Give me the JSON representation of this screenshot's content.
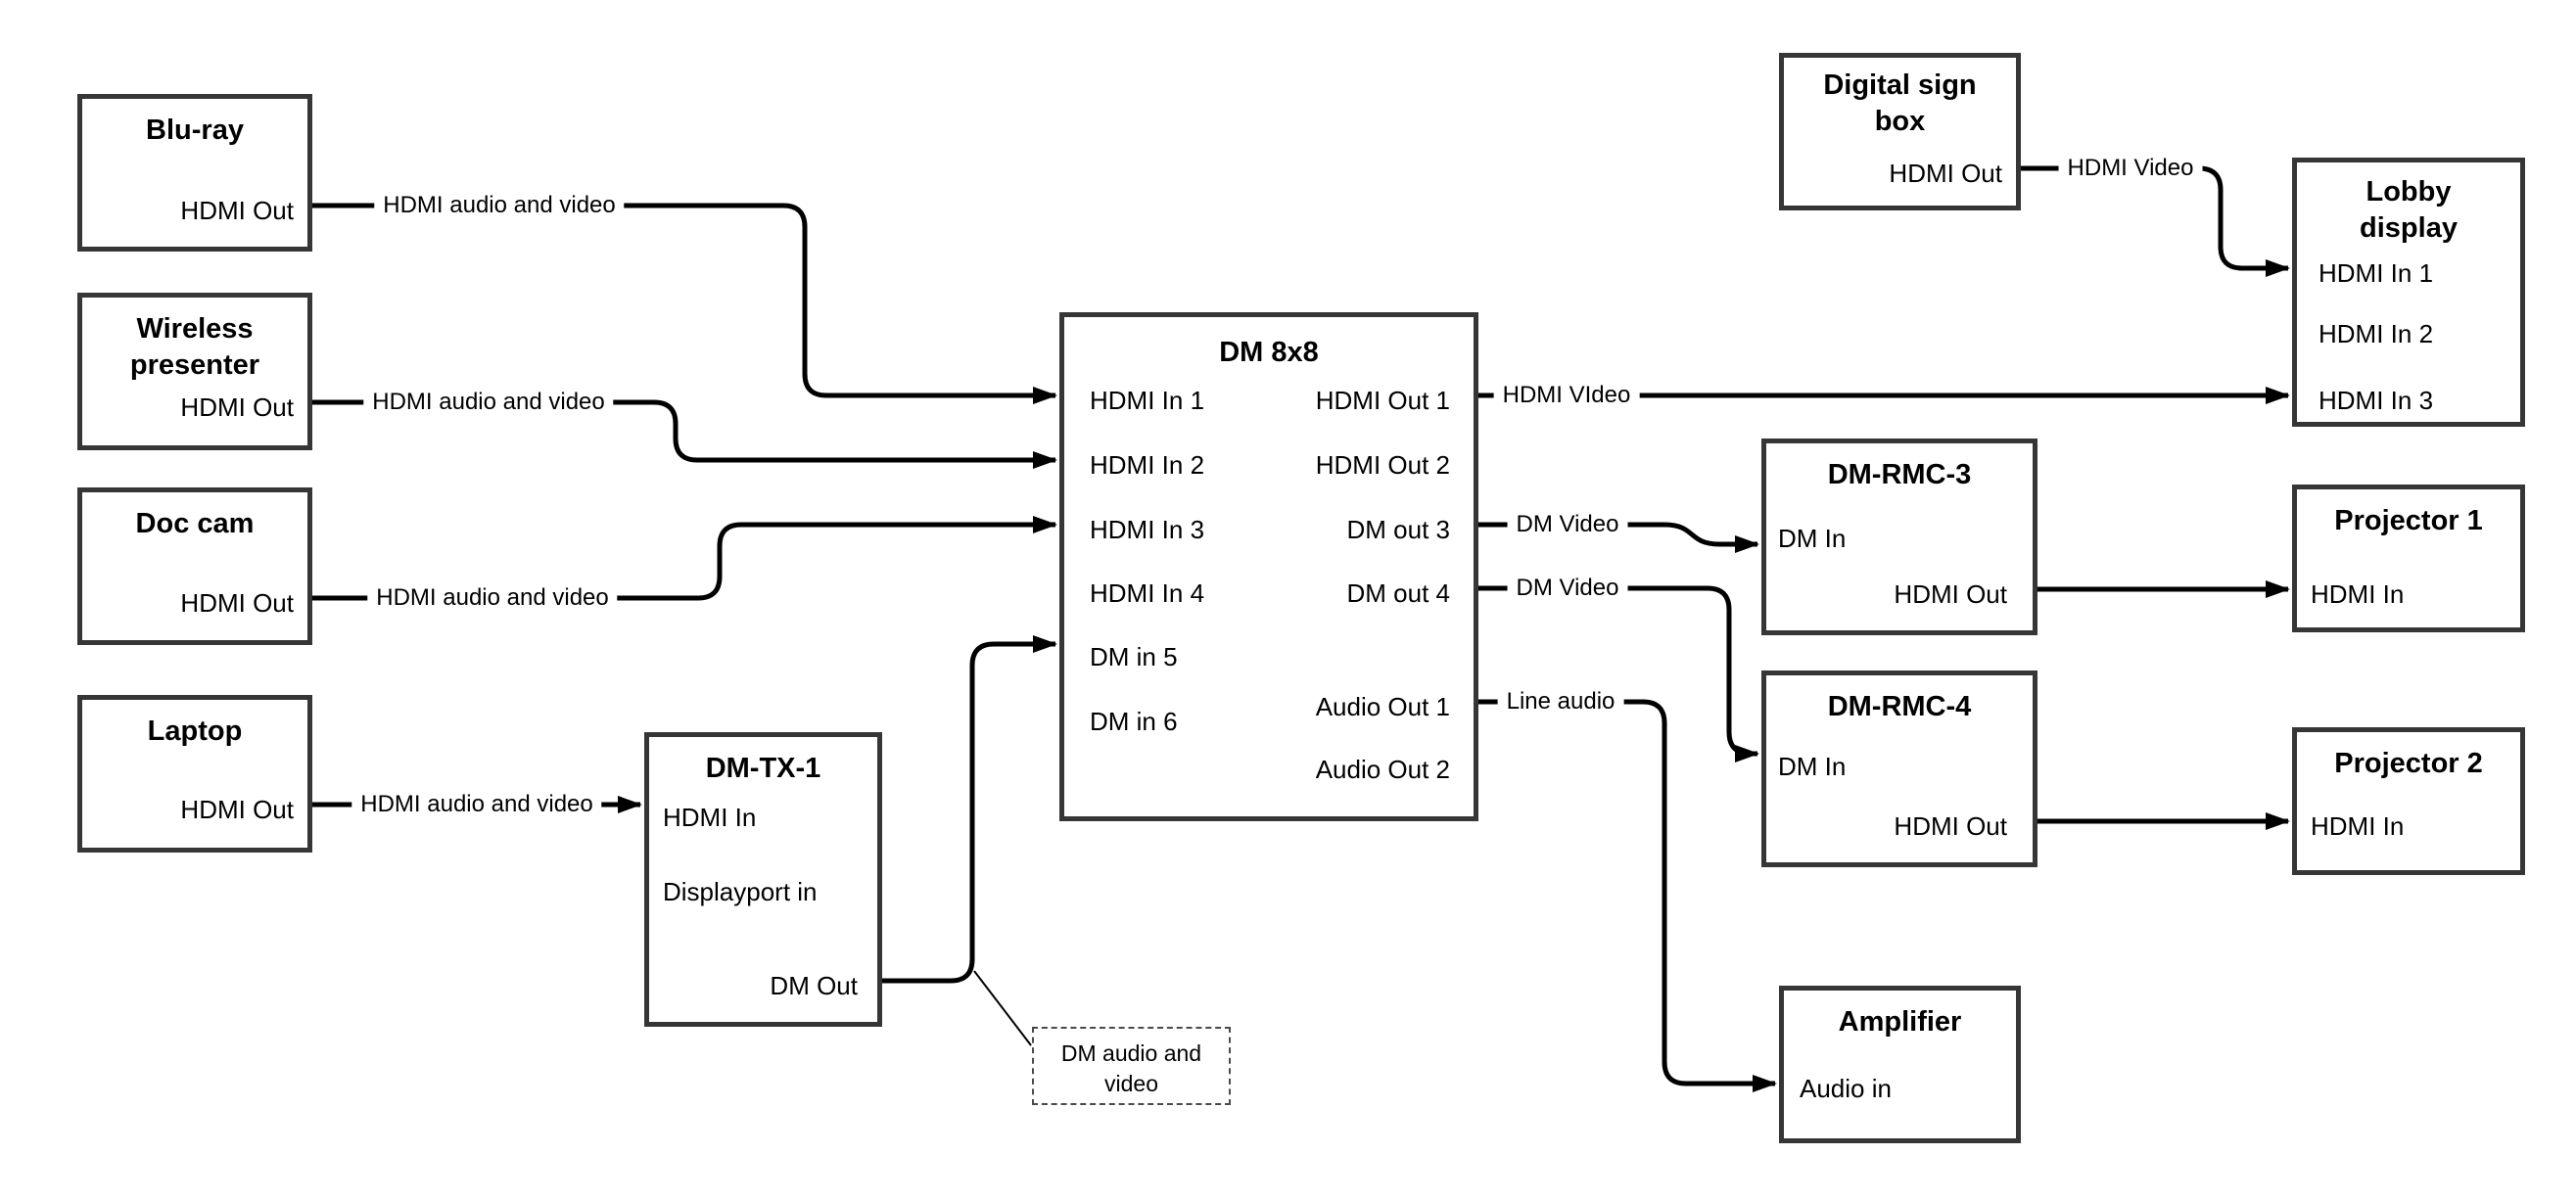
{
  "diagram": {
    "boxes": {
      "bluray": {
        "title": "Blu-ray",
        "port_out": "HDMI Out"
      },
      "wireless": {
        "title": "Wireless presenter",
        "port_out": "HDMI Out"
      },
      "doccam": {
        "title": "Doc cam",
        "port_out": "HDMI Out"
      },
      "laptop": {
        "title": "Laptop",
        "port_out": "HDMI Out"
      },
      "dmtx1": {
        "title": "DM-TX-1",
        "port_hdmi_in": "HDMI In",
        "port_displayport_in": "Displayport in",
        "port_dm_out": "DM Out"
      },
      "dm8x8": {
        "title": "DM 8x8",
        "in_ports": [
          "HDMI In 1",
          "HDMI In 2",
          "HDMI In 3",
          "HDMI In 4",
          "DM in 5",
          "DM in 6"
        ],
        "out_ports": [
          "HDMI Out 1",
          "HDMI Out 2",
          "DM out 3",
          "DM out 4",
          "Audio Out 1",
          "Audio Out 2"
        ]
      },
      "digital_sign": {
        "title": "Digital sign box",
        "port_out": "HDMI Out"
      },
      "lobby_display": {
        "title": "Lobby display",
        "in_ports": [
          "HDMI In 1",
          "HDMI In 2",
          "HDMI In 3"
        ]
      },
      "dm_rmc_3": {
        "title": "DM-RMC-3",
        "port_in": "DM In",
        "port_out": "HDMI Out"
      },
      "projector1": {
        "title": "Projector 1",
        "port_in": "HDMI In"
      },
      "dm_rmc_4": {
        "title": "DM-RMC-4",
        "port_in": "DM In",
        "port_out": "HDMI Out"
      },
      "projector2": {
        "title": "Projector 2",
        "port_in": "HDMI In"
      },
      "amplifier": {
        "title": "Amplifier",
        "port_in": "Audio in"
      }
    },
    "connection_labels": {
      "bluray_link": "HDMI audio and video",
      "wireless_link": "HDMI audio and video",
      "doccam_link": "HDMI audio and video",
      "laptop_link": "HDMI audio and video",
      "hdmi_out1_link": "HDMI VIdeo",
      "dm_out3_link": "DM Video",
      "dm_out4_link": "DM Video",
      "audio_out1_link": "Line audio",
      "digital_sign_link": "HDMI Video",
      "callout": "DM audio and video"
    },
    "colors": {
      "line": "#000000",
      "box_border": "#363636",
      "background": "#ffffff"
    }
  }
}
